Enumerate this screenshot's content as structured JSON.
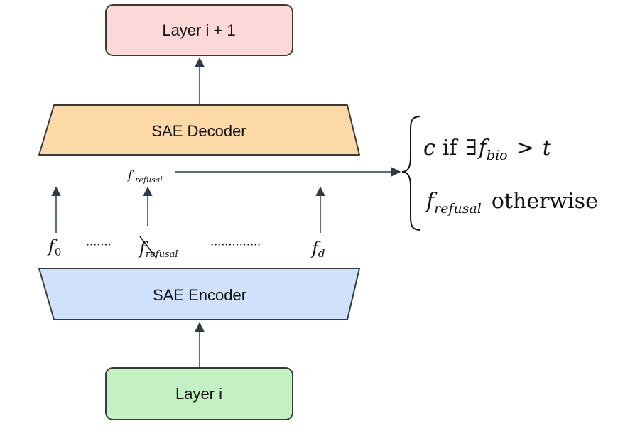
{
  "boxes": {
    "layer_next": {
      "label": "Layer i + 1",
      "fill": "#fdd8d8"
    },
    "decoder": {
      "label": "SAE Decoder",
      "fill": "#fcd9a7"
    },
    "encoder": {
      "label": "SAE Encoder",
      "fill": "#cfe1fb"
    },
    "layer_in": {
      "label": "Layer i",
      "fill": "#c4f1c4"
    }
  },
  "features": {
    "f0": {
      "base": "f",
      "sub": "0"
    },
    "dots_left": "·······",
    "refusal": {
      "base": "f",
      "sub": "refusal",
      "crossed": true
    },
    "dots_right": "··············",
    "fd": {
      "base": "f",
      "sub": "d"
    },
    "modified": {
      "base": "f′",
      "sub": "refusal"
    }
  },
  "cases": {
    "case1": {
      "c": "c",
      "if": "if",
      "exists": "∃",
      "f": "f",
      "sub": "bio",
      "rel": ">",
      "t": "t"
    },
    "case2": {
      "f": "f",
      "sub": "refusal",
      "word": "otherwise"
    }
  },
  "colors": {
    "stroke": "#3a3a3a",
    "arrow": "#2f3a46"
  }
}
